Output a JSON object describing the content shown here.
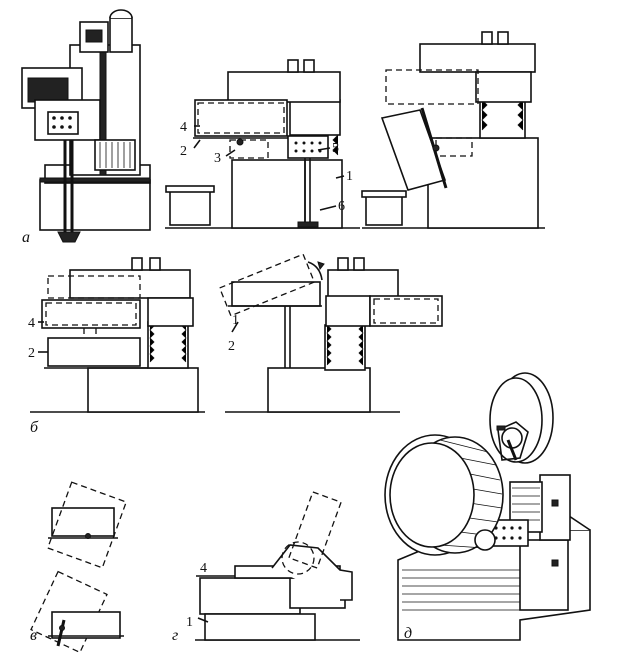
{
  "panels": {
    "a": "а",
    "b": "б",
    "v": "в",
    "g": "г",
    "d": "д"
  },
  "labels": {
    "n1": "1",
    "n2": "2",
    "n3": "3",
    "n4": "4",
    "n5": "5",
    "n6": "6"
  }
}
